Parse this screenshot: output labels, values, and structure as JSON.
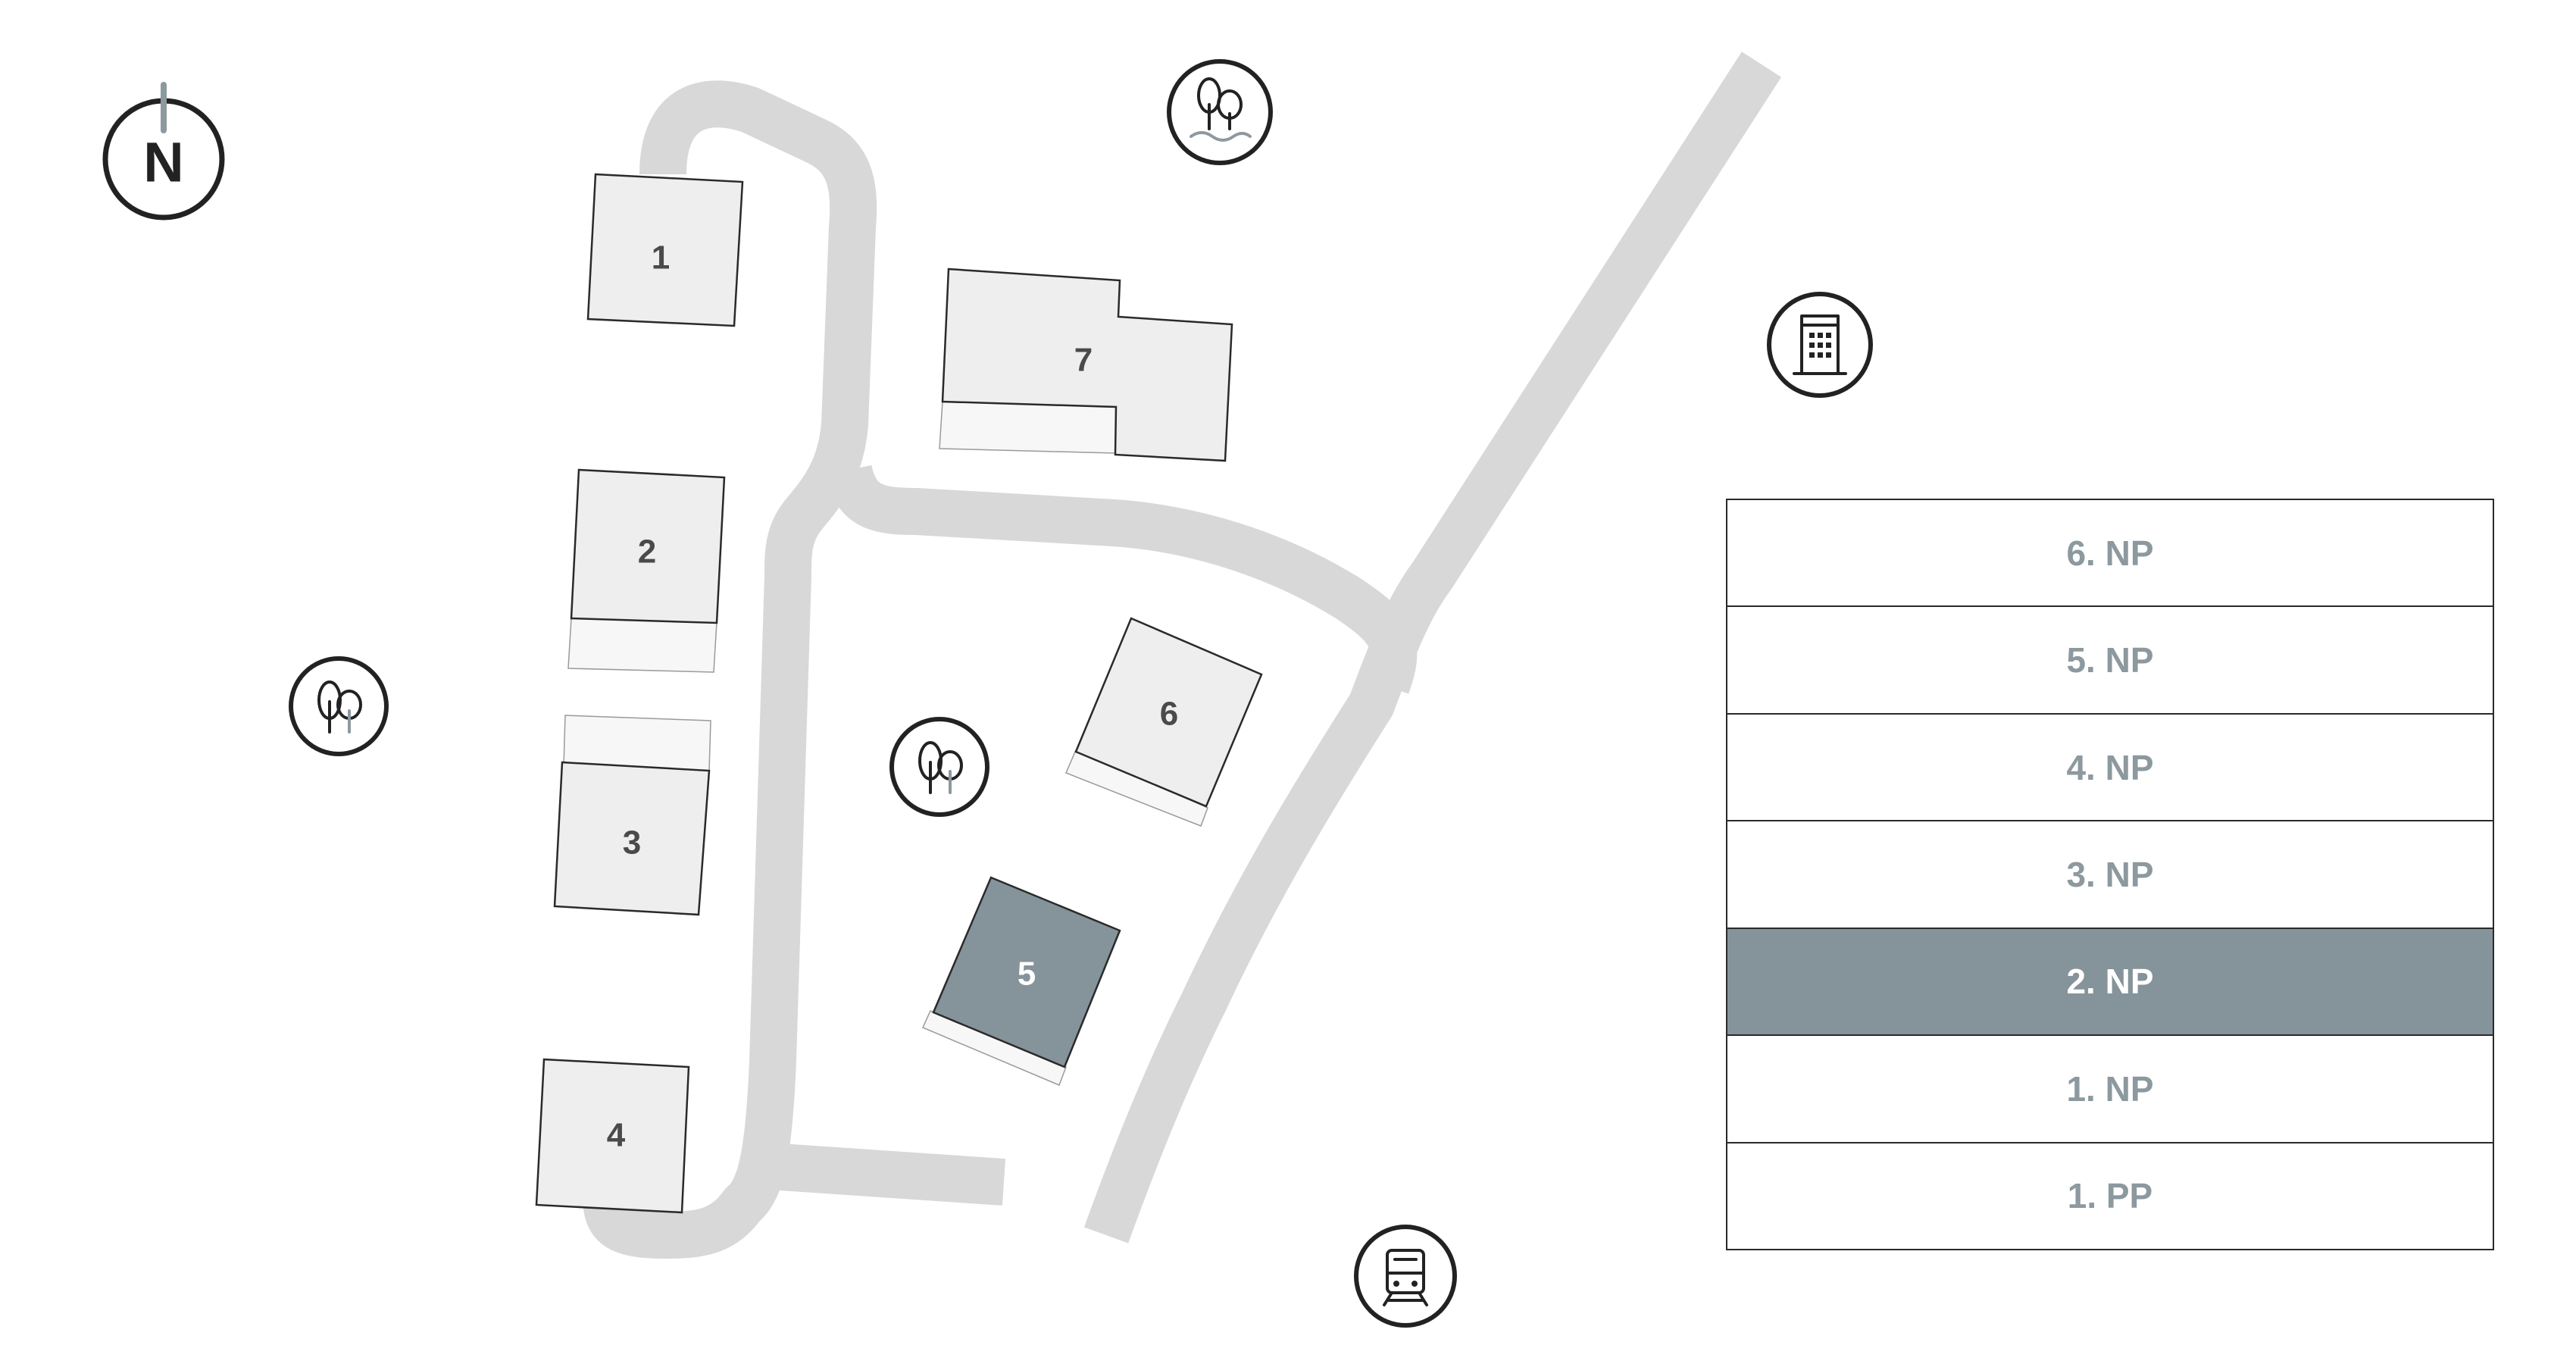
{
  "compass": {
    "label": "N"
  },
  "buildings": [
    {
      "id": "1",
      "label": "1",
      "active": false
    },
    {
      "id": "2",
      "label": "2",
      "active": false
    },
    {
      "id": "3",
      "label": "3",
      "active": false
    },
    {
      "id": "4",
      "label": "4",
      "active": false
    },
    {
      "id": "5",
      "label": "5",
      "active": true
    },
    {
      "id": "6",
      "label": "6",
      "active": false
    },
    {
      "id": "7",
      "label": "7",
      "active": false
    }
  ],
  "points_of_interest": [
    {
      "icon": "park-lake-icon"
    },
    {
      "icon": "office-building-icon"
    },
    {
      "icon": "trees-icon"
    },
    {
      "icon": "trees-icon"
    },
    {
      "icon": "train-icon"
    }
  ],
  "floors": [
    {
      "label": "6. NP",
      "active": false
    },
    {
      "label": "5. NP",
      "active": false
    },
    {
      "label": "4. NP",
      "active": false
    },
    {
      "label": "3. NP",
      "active": false
    },
    {
      "label": "2. NP",
      "active": true
    },
    {
      "label": "1. NP",
      "active": false
    },
    {
      "label": "1. PP",
      "active": false
    }
  ],
  "colors": {
    "active": "#85939a",
    "building_fill": "#eeeeee",
    "road": "#d8d8d8",
    "inactive_text": "#8c999f"
  }
}
